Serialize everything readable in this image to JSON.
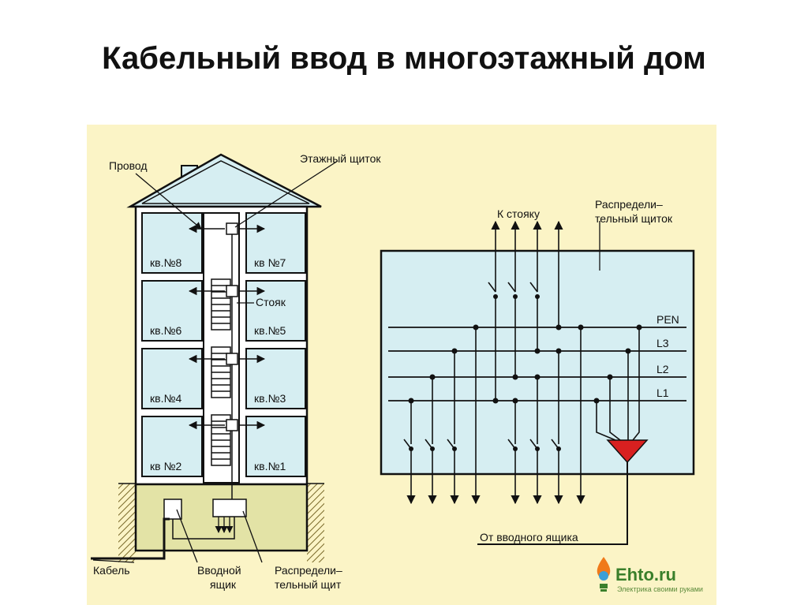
{
  "title": "Кабельный ввод в многоэтажный дом",
  "colors": {
    "panel_bg": "#fbf4c6",
    "building_fill": "#d6eef2",
    "basement_fill": "#e3e3a6",
    "ground_hatch": "#7a6a2a",
    "outline": "#111111",
    "rcd_red": "#d82020",
    "logo_green": "#3a7f2b",
    "logo_orange": "#f07a1a"
  },
  "building": {
    "apartments": [
      "кв.№8",
      "кв №7",
      "кв.№6",
      "кв.№5",
      "кв.№4",
      "кв.№3",
      "кв №2",
      "кв.№1"
    ],
    "labels": {
      "wire": "Провод",
      "floor_panel": "Этажный щиток",
      "riser": "Стояк",
      "cable": "Кабель",
      "input_box_line1": "Вводной",
      "input_box_line2": "ящик",
      "dist_board_line1": "Распредели–",
      "dist_board_line2": "тельный щит"
    }
  },
  "panel": {
    "to_riser": "К стояку",
    "dist_panel_line1": "Распредели–",
    "dist_panel_line2": "тельный щиток",
    "buses": [
      "PEN",
      "L3",
      "L2",
      "L1"
    ],
    "from_input": "От вводного ящика"
  },
  "logo": {
    "name": "Ehto.ru",
    "tagline": "Электрика своими руками",
    "icon": "lightbulb-drop-icon"
  }
}
